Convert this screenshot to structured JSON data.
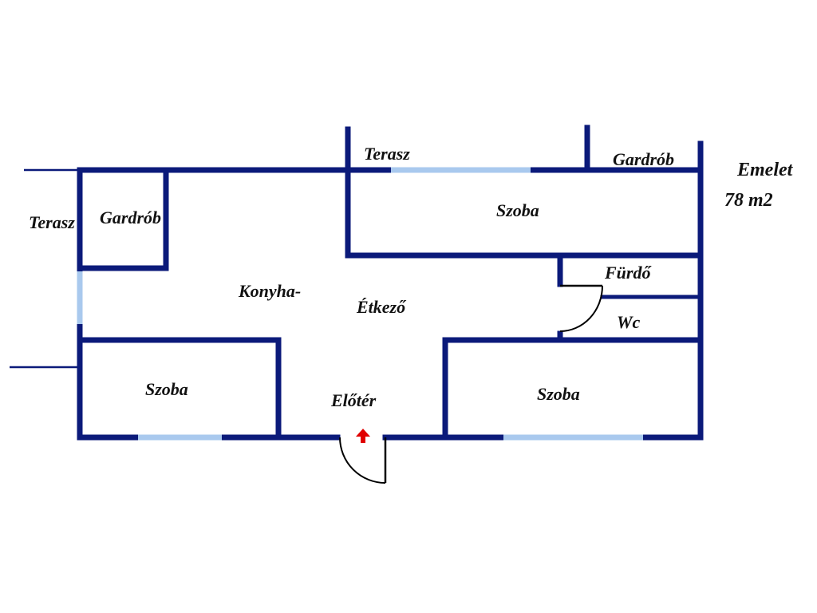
{
  "rooms": {
    "terrace_top": "Terasz",
    "terrace_left": "Terasz",
    "wardrobe_top_right": "Gardrób",
    "wardrobe_left": "Gardrób",
    "room_top": "Szoba",
    "room_left": "Szoba",
    "room_right": "Szoba",
    "kitchen": "Konyha-",
    "dining": "Étkező",
    "bathroom": "Fürdő",
    "wc": "Wc",
    "hall": "Előtér"
  },
  "floor": {
    "name": "Emelet",
    "area": "78 m2"
  },
  "colors": {
    "wall": "#0b1a7a",
    "window": "#a9c9ee",
    "entrance_arrow": "#e00000"
  },
  "icons": {
    "entrance": "entrance-arrow-icon"
  }
}
